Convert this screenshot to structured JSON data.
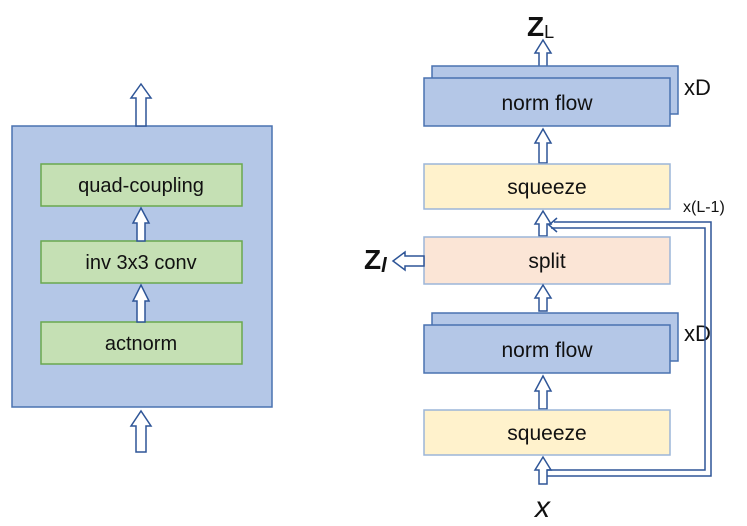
{
  "colors": {
    "blue_fill": "#b4c7e7",
    "blue_stroke": "#4a72b0",
    "green_fill": "#c5e0b4",
    "green_stroke": "#6aa84f",
    "yellow_fill": "#fff2cc",
    "yellow_stroke": "#9cb5d8",
    "pink_fill": "#fbe5d6",
    "pink_stroke": "#9cb5d8",
    "arrow_stroke": "#2e5597"
  },
  "left": {
    "quad_coupling": "quad-coupling",
    "inv_conv": "inv 3x3 conv",
    "actnorm": "actnorm"
  },
  "right": {
    "output_var": "Z",
    "output_sub": "L",
    "norm_flow_top": "norm flow",
    "repeat_top": "xD",
    "squeeze_top": "squeeze",
    "loop_label": "x(L-1)",
    "split": "split",
    "split_var": "Z",
    "split_sub": "l",
    "norm_flow_bottom": "norm flow",
    "repeat_bottom": "xD",
    "squeeze_bottom": "squeeze",
    "input_var": "x"
  }
}
